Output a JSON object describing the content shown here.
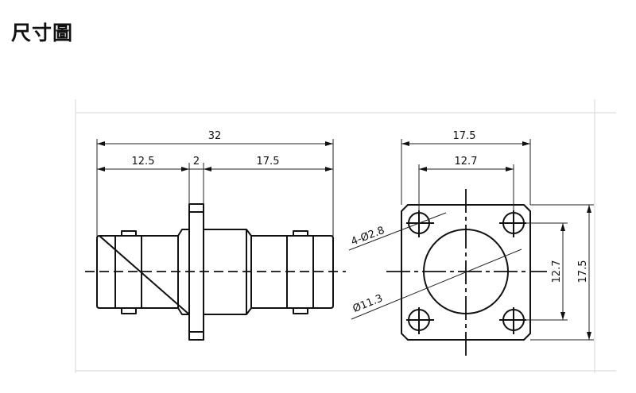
{
  "title": "尺寸圖",
  "side_view": {
    "overall_length": "32",
    "left_length": "12.5",
    "flange_thickness": "2",
    "right_length": "17.5"
  },
  "front_view": {
    "flange_width": "17.5",
    "hole_spacing_horizontal": "12.7",
    "hole_spacing_vertical": "12.7",
    "flange_height": "17.5",
    "mount_holes": "4-Ø2.8",
    "bore_diameter": "Ø11.3"
  }
}
